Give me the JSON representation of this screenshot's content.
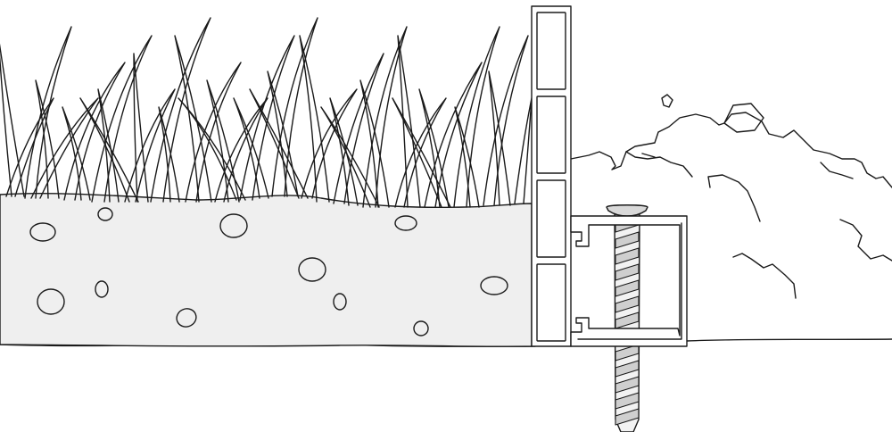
{
  "diagram": {
    "components": [
      "grass",
      "soil",
      "lawn-edging-profile",
      "ground-anchor-screw",
      "gravel-pile",
      "ground-line"
    ],
    "colors": {
      "outline": "#1a1a1a",
      "soil_fill": "#efefef",
      "background": "#ffffff",
      "screw_light": "#f2f2f2",
      "screw_dark": "#cfcfcf",
      "screw_head": "#d9d9d9"
    }
  }
}
